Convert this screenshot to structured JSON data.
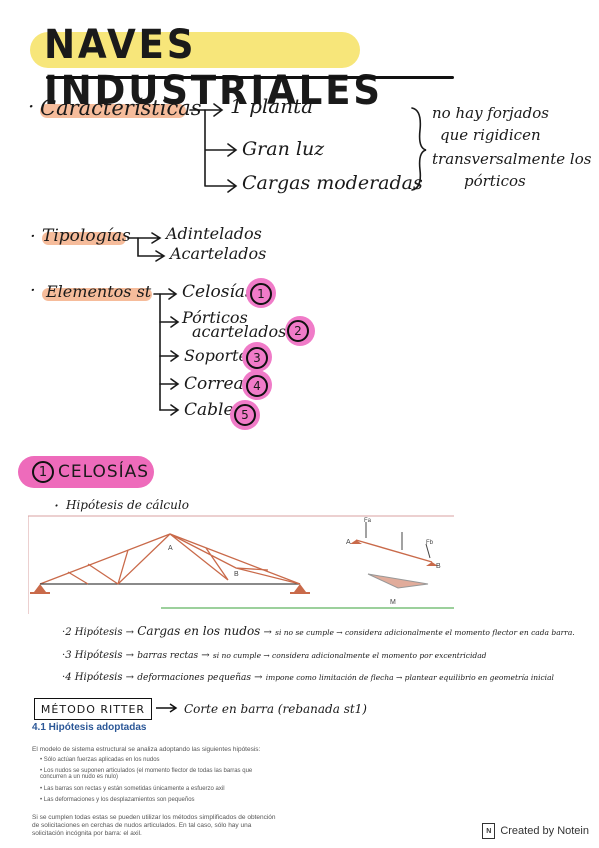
{
  "title": "NAVES INDUSTRIALES",
  "caracteristicas": {
    "label": "Características",
    "items": [
      "1 planta",
      "Gran luz",
      "Cargas moderadas"
    ],
    "note": [
      "no hay forjados",
      "que rigidicen",
      "transversalmente los",
      "pórticos"
    ]
  },
  "tipologias": {
    "label": "Tipologías",
    "items": [
      "Adintelados",
      "Acartelados"
    ]
  },
  "elementos": {
    "label": "Elementos st",
    "items": [
      {
        "text": "Celosías",
        "num": "1"
      },
      {
        "text": "Pórticos",
        "text2": "acartelados",
        "num": "2"
      },
      {
        "text": "Soportes",
        "num": "3"
      },
      {
        "text": "Correas",
        "num": "4"
      },
      {
        "text": "Cables",
        "num": "5"
      }
    ]
  },
  "section1": {
    "num": "1",
    "label": "CELOSÍAS"
  },
  "hipotesis_label": "Hipótesis de cálculo",
  "diagram": {
    "labels": {
      "A": "A",
      "B": "B",
      "Fa": "Fa",
      "Fb": "Fb",
      "M": "M"
    }
  },
  "hipotesis": [
    {
      "n": "2",
      "lead": "Hipótesis",
      "a": "Cargas en los nudos",
      "b": "si no se cumple → considera adicionalmente el momento flector en cada barra."
    },
    {
      "n": "3",
      "lead": "Hipótesis",
      "a": "barras rectas",
      "b": "si no cumple → considera adicionalmente el momento por excentricidad"
    },
    {
      "n": "4",
      "lead": "Hipótesis",
      "a": "deformaciones pequeñas",
      "b": "impone como limitación de flecha → plantear equilibrio en geometría inicial"
    }
  ],
  "ritter": {
    "box": "MÉTODO RITTER",
    "text": "Corte en barra (rebanada st1)"
  },
  "doc": {
    "title": "4.1  Hipótesis adoptadas",
    "intro": "El modelo de sistema estructural se analiza adoptando las siguientes hipótesis:",
    "bullets": [
      "Sólo actúan fuerzas aplicadas en los nudos",
      "Los nudos se suponen articulados (el momento flector de todas las barras que concurren a un nudo es nulo)",
      "Las barras son rectas y están sometidas únicamente a esfuerzo axil",
      "Las deformaciones y los desplazamientos son pequeños"
    ],
    "outro1": "Si se cumplen todas estas se pueden utilizar los métodos simplificados de obtención",
    "outro2": "de solicitaciones en cerchas de nudos articulados. En tal caso, sólo hay una",
    "outro3": "solicitación incógnita por barra: el axil."
  },
  "footer": {
    "logo": "N",
    "text": "Created by Notein"
  }
}
